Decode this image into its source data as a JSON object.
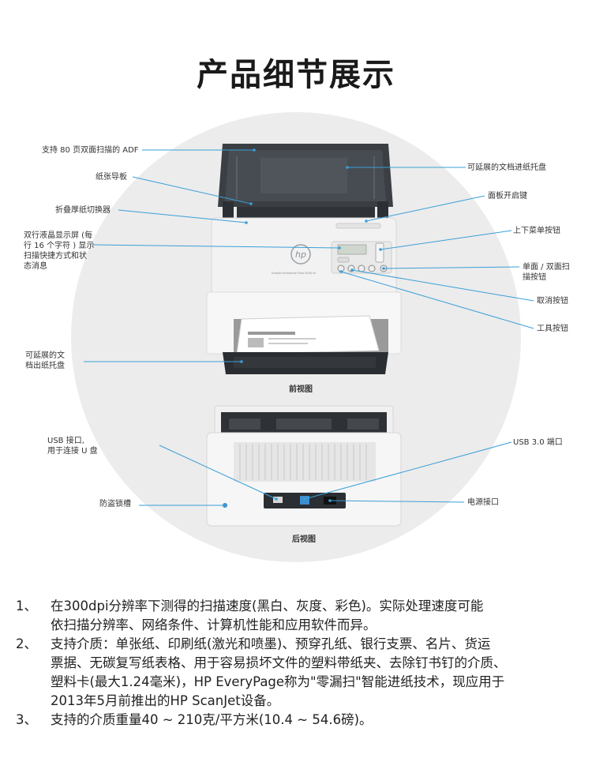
{
  "title": "产品细节展示",
  "labels": {
    "adf": "支持 80 页双面扫描的 ADF",
    "paper_guide": "纸张导板",
    "thick_switch": "折叠厚纸切换器",
    "lcd_line1": "双行液晶显示屏 (每",
    "lcd_line2": "行 16 个字符 ) 显示",
    "lcd_line3": "扫描快捷方式和状",
    "lcd_line4": "态消息",
    "output_tray_line1": "可延展的文",
    "output_tray_line2": "档出纸托盘",
    "input_tray": "可延展的文档进纸托盘",
    "panel_open": "面板开启键",
    "updown": "上下菜单按钮",
    "simplex_line1": "单面 / 双面扫",
    "simplex_line2": "描按钮",
    "cancel": "取消按钮",
    "tools": "工具按钮",
    "usb_port_line1": "USB 接口,",
    "usb_port_line2": "用于连接 U 盘",
    "lock_slot": "防盗锁槽",
    "usb3": "USB 3.0 端口",
    "power": "电源接口"
  },
  "captions": {
    "front": "前视图",
    "rear": "后视图"
  },
  "device": {
    "brand": "hp",
    "model_text": "ScanJet Enterprise Flow 5000 s5"
  },
  "notes": [
    {
      "num": "1、",
      "lines": [
        "在300dpi分辨率下测得的扫描速度(黑白、灰度、彩色)。实际处理速度可能",
        "依扫描分辨率、网络条件、计算机性能和应用软件而异。"
      ]
    },
    {
      "num": "2、",
      "lines": [
        "支持介质：单张纸、印刷纸(激光和喷墨)、预穿孔纸、银行支票、名片、货运",
        "票据、无碳复写纸表格、用于容易损坏文件的塑料带纸夹、去除钉书钉的介质、",
        "塑料卡(最大1.24毫米)，HP EveryPage称为\"零漏扫\"智能进纸技术，现应用于",
        "2013年5月前推出的HP ScanJet设备。"
      ]
    },
    {
      "num": "3、",
      "lines": [
        "支持的介质重量40 ~ 210克/平方米(10.4 ~ 54.6磅)。"
      ]
    }
  ],
  "colors": {
    "leader_line": "#3a9fd8",
    "scanner_body": "#f4f4f4",
    "tray_dark": "#3b3f44",
    "background_circle": "#ececec"
  }
}
